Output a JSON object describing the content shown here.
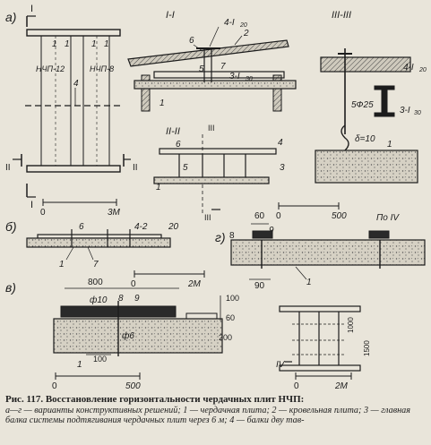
{
  "figure": {
    "panel_labels": {
      "a": "а)",
      "b": "б)",
      "v": "в)",
      "g": "г)"
    },
    "plan_a": {
      "section_mark": "I",
      "section_mark_2": "II",
      "label_1a": "1",
      "label_1b": "1",
      "label_1c": "1",
      "label_1d": "1",
      "slab_left": "НЧП-12",
      "slab_right": "НЧП-8",
      "label_4": "4",
      "scale_zero": "0",
      "scale_end": "3М"
    },
    "section_1_1": {
      "title": "I-I",
      "label_4": "4-I",
      "label_4_sub": "20",
      "label_6": "6",
      "label_2": "2",
      "label_5": "5",
      "label_7": "7",
      "label_3": "3-I",
      "label_3_sub": "30",
      "label_1": "1"
    },
    "section_3_3": {
      "title": "III-III",
      "label_4": "4-I",
      "label_4_sub": "20",
      "label_3": "3-I",
      "label_3_sub": "30",
      "phi": "5Ф25",
      "delta": "δ=10",
      "label_1": "1"
    },
    "section_2_2": {
      "title": "II-II",
      "mark_3": "III",
      "label_6": "6",
      "label_4": "4",
      "label_5": "5",
      "label_3": "3",
      "label_1": "1",
      "scale_zero": "0",
      "scale_end": "500"
    },
    "panel_b": {
      "label_6": "6",
      "label_4": "4-2",
      "label_4b": "20",
      "label_1": "1",
      "label_7": "7",
      "scale_zero": "0",
      "scale_end": "2М"
    },
    "panel_g": {
      "dim_60": "60",
      "label_8": "8",
      "label_9": "9",
      "label_po": "По IV",
      "dim_90": "90",
      "label_1": "1"
    },
    "panel_v": {
      "dim_800": "800",
      "label_phi10": "ф10",
      "label_8": "8",
      "label_9": "9",
      "dim_100a": "100",
      "dim_60": "60",
      "dim_200": "200",
      "label_phi6": "ф6",
      "label_1": "1",
      "dim_100b": "100",
      "scale_zero": "0",
      "scale_end": "500"
    },
    "plan_small": {
      "dim_1000": "1000",
      "dim_1500": "1500",
      "label_IV": "IV",
      "scale_zero": "0",
      "scale_end": "2М"
    }
  },
  "caption": {
    "title": "Рис. 117. Восстановление горизонтальности чердачных плит НЧП:",
    "body": "а—г — варианты конструктивных решений; 1 — чердачная плита; 2 — кровельная плита; 3 — главная балка системы подтягивания чердачных плит через 6 м; 4 — балки дву тав-"
  },
  "colors": {
    "paper": "#e9e5da",
    "ink": "#1c1c1c",
    "hatch": "#5a5a5a"
  }
}
